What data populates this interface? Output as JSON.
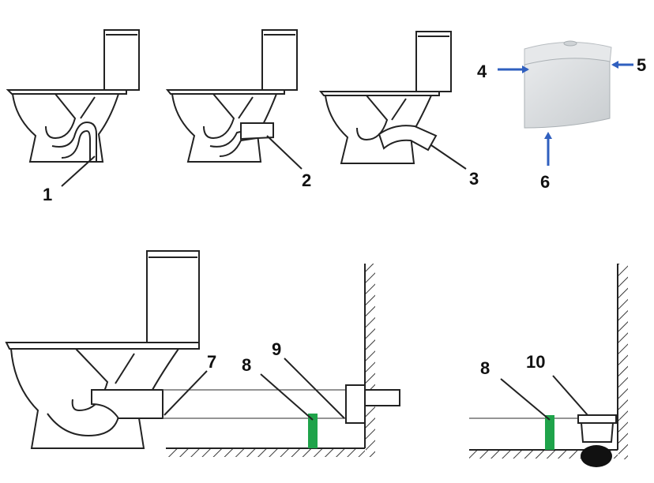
{
  "labels": {
    "l1": "1",
    "l2": "2",
    "l3": "3",
    "l4": "4",
    "l5": "5",
    "l6": "6",
    "l7": "7",
    "l8a": "8",
    "l9": "9",
    "l8b": "8",
    "l10": "10"
  },
  "colors": {
    "arrow": "#2f5fbf",
    "gasket": "#1fa34a",
    "cistern": "#d9dcde",
    "lines": "#222222"
  }
}
